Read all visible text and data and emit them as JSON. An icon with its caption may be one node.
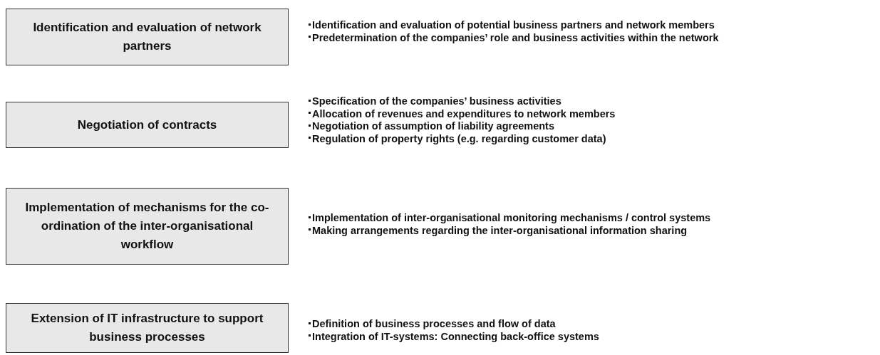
{
  "diagram": {
    "nodes": [
      {
        "text": [
          "Identification and evaluation of network partners"
        ],
        "beside": [
          "Identification and evaluation of potential business partners and network members",
          "Predetermination of the companies’ role and business activities within the network"
        ]
      },
      {
        "text": [
          "Negotiation of contracts"
        ],
        "beside": [
          "Specification of the companies’ business activities",
          "Allocation of revenues and expenditures to network members",
          "Negotiation of assumption of liability agreements",
          "Regulation of  property rights (e.g. regarding customer data)"
        ]
      },
      {
        "text": [
          "Implementation of mechanisms for the co-ordination of the inter-organisational workflow"
        ],
        "beside": [
          "Implementation of inter-organisational monitoring mechanisms / control systems",
          "Making arrangements regarding the inter-organisational information sharing"
        ]
      },
      {
        "text": [
          "Extension of IT infrastructure to support business processes"
        ],
        "beside": [
          "Definition of  business processes and flow of data",
          "Integration of IT-systems: Connecting back-office systems"
        ]
      }
    ]
  }
}
